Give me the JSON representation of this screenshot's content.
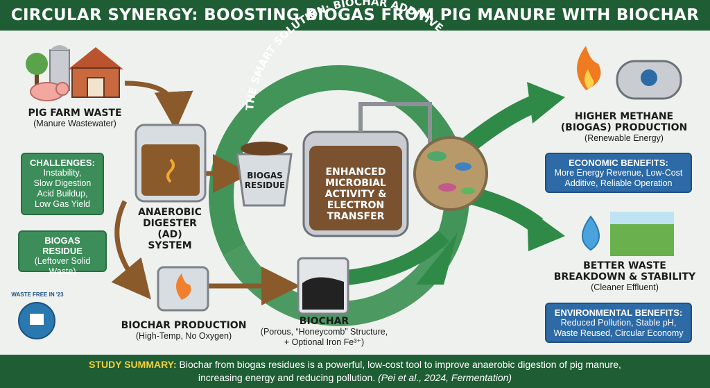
{
  "title": "CIRCULAR SYNERGY: BOOSTING BIOGAS FROM PIG MANURE WITH BIOCHAR",
  "arc_text": "THE SMART SOLUTION: BIOCHAR ADDITIVE",
  "pig_farm": {
    "heading": "PIG FARM WASTE",
    "sub": "(Manure Wastewater)"
  },
  "challenges": {
    "heading": "CHALLENGES:",
    "lines": [
      "Instability,",
      "Slow Digestion",
      "Acid Buildup,",
      "Low Gas Yield"
    ]
  },
  "residue_box": {
    "heading": "BIOGAS RESIDUE",
    "lines": [
      "(Leftover Solid",
      "Waste)"
    ]
  },
  "digester": {
    "lines": [
      "ANAEROBIC",
      "DIGESTER (AD)",
      "SYSTEM"
    ]
  },
  "bucket": {
    "lines": [
      "BIOGAS",
      "RESIDUE"
    ]
  },
  "tank": {
    "lines": [
      "ENHANCED",
      "MICROBIAL",
      "ACTIVITY &",
      "ELECTRON",
      "TRANSFER"
    ]
  },
  "biochar_prod": {
    "heading": "BIOCHAR PRODUCTION",
    "sub": "(High-Temp, No Oxygen)"
  },
  "biochar": {
    "heading": "BIOCHAR",
    "lines": [
      "(Porous, “Honeycomb” Structure,",
      "+ Optional Iron Fe³⁺)"
    ]
  },
  "methane": {
    "lines": [
      "HIGHER METHANE",
      "(BIOGAS) PRODUCTION"
    ],
    "sub": "(Renewable Energy)"
  },
  "economic": {
    "heading": "ECONOMIC BENEFITS:",
    "lines": [
      "More Energy Revenue, Low-Cost",
      "Additive, Reliable Operation"
    ]
  },
  "waste": {
    "lines": [
      "BETTER WASTE",
      "BREAKDOWN & STABILITY"
    ],
    "sub": "(Cleaner Effluent)"
  },
  "environmental": {
    "heading": "ENVIRONMENTAL BENEFITS:",
    "lines": [
      "Reduced Pollution, Stable pH,",
      "Waste Reused, Circular Economy"
    ]
  },
  "badge": {
    "text": "WASTE FREE IN '23"
  },
  "summary": {
    "label": "STUDY SUMMARY:",
    "text1": " Biochar from biogas residues is a powerful, low-cost tool to improve anaerobic digestion of pig manure,",
    "text2": "increasing energy and reducing pollution. ",
    "citation": "(Pei et al., 2024, Fermentation)"
  },
  "colors": {
    "dark_green": "#1f5e34",
    "arrow_green": "#2f8a48",
    "blue_box": "#2d6aa6",
    "green_box": "#3c8d5a",
    "brown_arrow": "#8a5a2b",
    "highlight": "#f4d03f"
  },
  "icons": [
    "barn-icon",
    "silo-icon",
    "tree-icon",
    "pig-icon",
    "digester-icon",
    "bucket-icon",
    "tank-icon",
    "microbe-icon",
    "furnace-icon",
    "biochar-jar-icon",
    "flame-icon",
    "gas-tank-icon",
    "water-drop-icon",
    "field-icon",
    "badge-icon"
  ]
}
